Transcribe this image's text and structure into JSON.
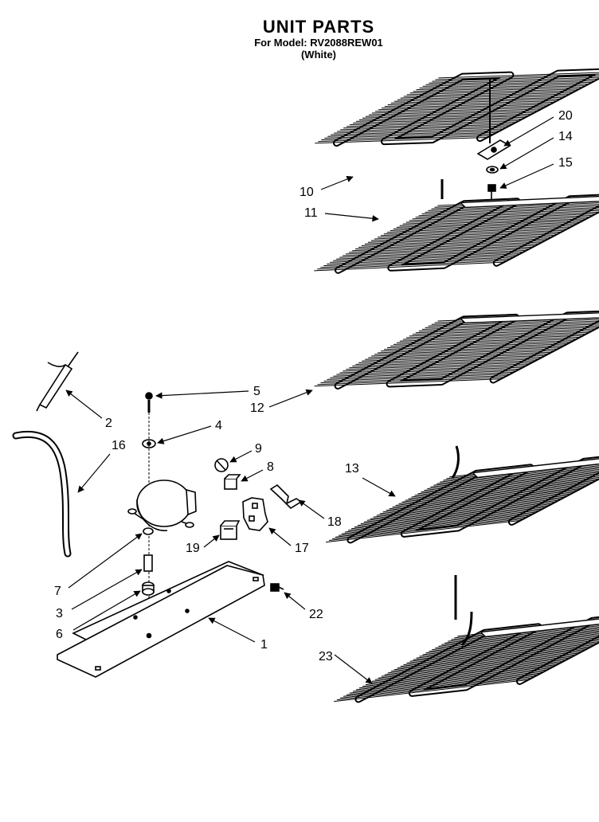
{
  "header": {
    "title": "UNIT PARTS",
    "model_line": "For Model: RV2088REW01",
    "color": "(White)"
  },
  "callouts": [
    "20",
    "14",
    "15",
    "10",
    "11",
    "5",
    "12",
    "2",
    "4",
    "16",
    "9",
    "8",
    "13",
    "18",
    "17",
    "19",
    "7",
    "3",
    "22",
    "6",
    "1",
    "23"
  ],
  "colors": {
    "ink": "#000000",
    "paper": "#ffffff"
  }
}
